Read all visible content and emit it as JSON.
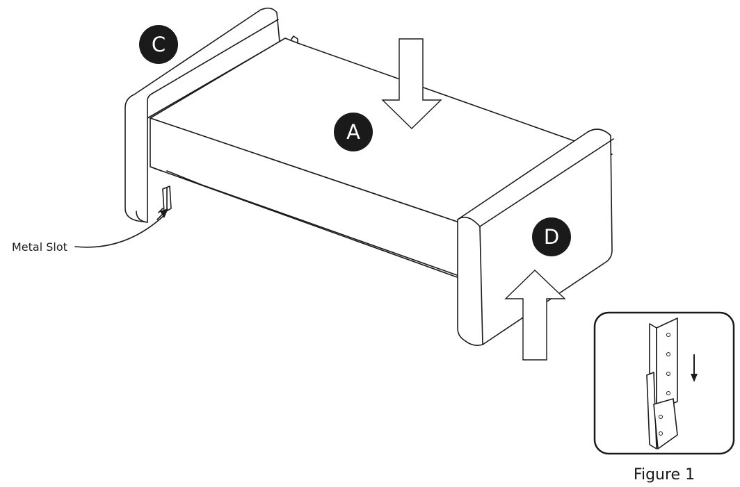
{
  "callouts": {
    "a": "A",
    "c": "C",
    "d": "D"
  },
  "labels": {
    "metal_slot": "Metal Slot",
    "figure_caption": "Figure 1"
  },
  "colors": {
    "ink": "#1a1a1a",
    "badge_fill": "#1a1a1a",
    "badge_text": "#ffffff",
    "background": "#ffffff"
  }
}
